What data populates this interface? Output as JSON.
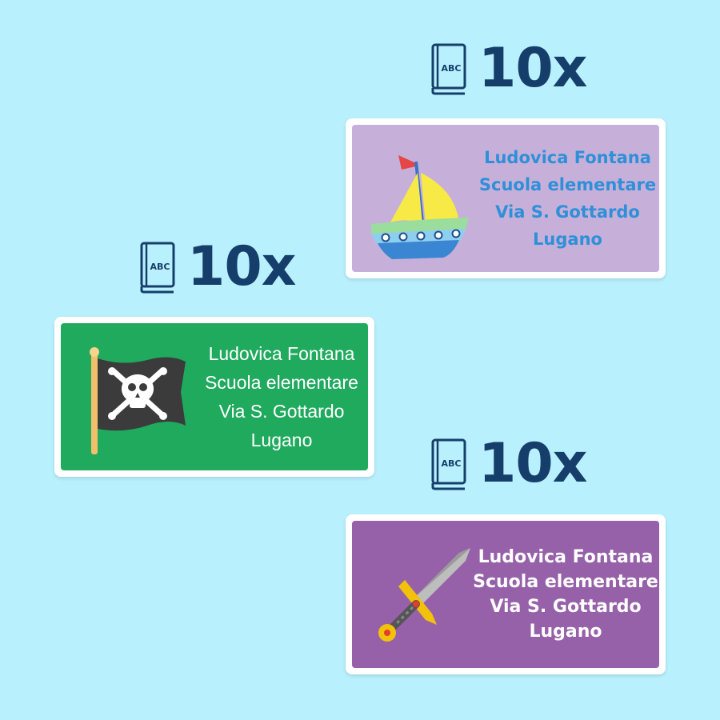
{
  "colors": {
    "background": "#b8f0fd",
    "quantity_text": "#163e6b",
    "boat_label_bg": "#c6b0d9",
    "boat_label_text": "#2f8fd8",
    "pirate_label_bg": "#1faa5d",
    "sword_label_bg": "#9661a9",
    "label_text_white": "#ffffff"
  },
  "items": [
    {
      "quantity": "10x",
      "icon": "abc-book-icon",
      "label": {
        "illustration": "sailboat-icon",
        "lines": [
          "Ludovica Fontana",
          "Scuola elementare",
          "Via S. Gottardo",
          "Lugano"
        ]
      }
    },
    {
      "quantity": "10x",
      "icon": "abc-book-icon",
      "label": {
        "illustration": "pirate-flag-icon",
        "lines": [
          "Ludovica Fontana",
          "Scuola elementare",
          "Via S. Gottardo",
          "Lugano"
        ]
      }
    },
    {
      "quantity": "10x",
      "icon": "abc-book-icon",
      "label": {
        "illustration": "sword-icon",
        "lines": [
          "Ludovica Fontana",
          "Scuola elementare",
          "Via S. Gottardo",
          "Lugano"
        ]
      }
    }
  ],
  "book_icon_text": "ABC"
}
